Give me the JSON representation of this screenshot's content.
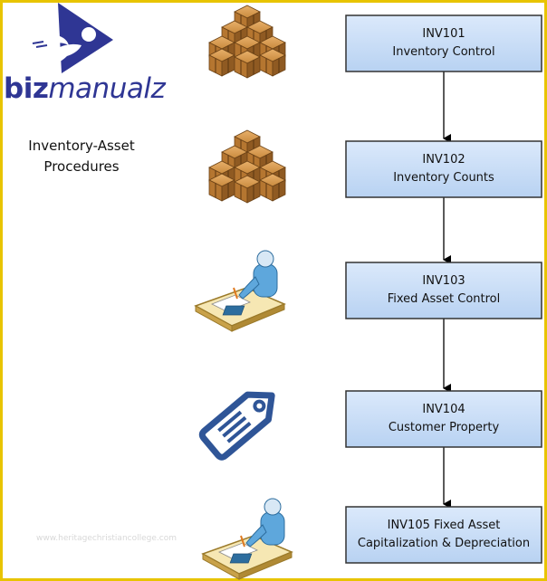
{
  "logo": {
    "brand_bold": "biz",
    "brand_light": "manualz"
  },
  "subtitle": {
    "line1": "Inventory-Asset",
    "line2": "Procedures"
  },
  "steps": [
    {
      "code": "INV101",
      "name": "Inventory Control",
      "icon": "boxes-icon"
    },
    {
      "code": "INV102",
      "name": "Inventory Counts",
      "icon": "boxes-icon"
    },
    {
      "code": "INV103",
      "name": "Fixed Asset Control",
      "icon": "person-at-desk-icon"
    },
    {
      "code": "INV104",
      "name": "Customer Property",
      "icon": "tag-icon"
    },
    {
      "code": "INV105 Fixed Asset",
      "name": "Capitalization & Depreciation",
      "icon": "person-at-desk-icon"
    }
  ],
  "watermark": "www.heritagechristiancollege.com",
  "colors": {
    "border": "#e8c400",
    "box_fill_top": "#dbe9fb",
    "box_fill_bottom": "#b8d2f2",
    "brand": "#2f3694"
  }
}
